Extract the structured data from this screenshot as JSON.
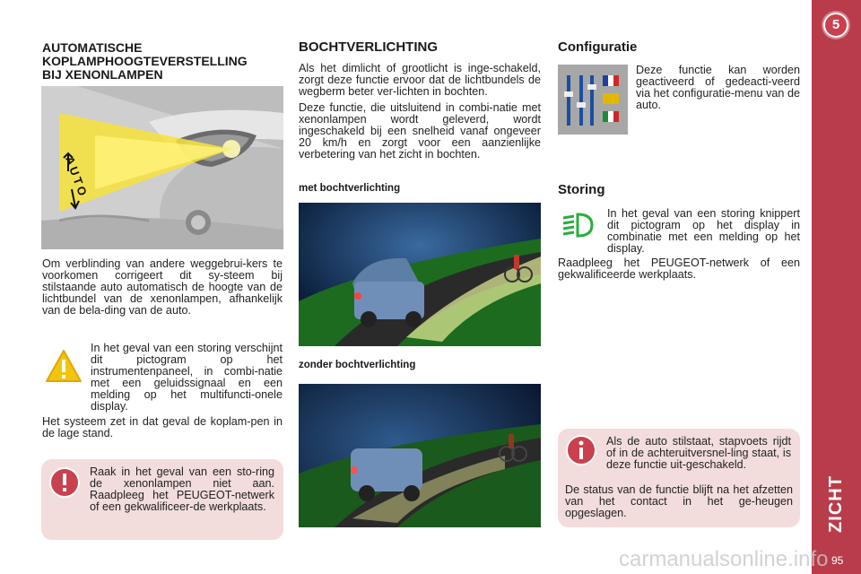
{
  "chapter": {
    "number": "5",
    "title": "ZICHT",
    "page": "95",
    "color": "#b93c4a"
  },
  "col1": {
    "heading": [
      "AUTOMATISCHE",
      "KOPLAMPHOOGTEVERSTELLING",
      "BIJ XENONLAMPEN"
    ],
    "image_label": "AUTO",
    "intro": "Om verblinding van andere weggebrui-kers te voorkomen corrigeert dit sy-steem bij stilstaande auto automatisch de hoogte van de lichtbundel van de xenonlampen, afhankelijk van de bela-ding van de auto.",
    "warning": "In het geval van een storing verschijnt dit pictogram op het instrumentenpaneel, in combi-natie met een geluidssignaal en een melding op het multifuncti-onele display.",
    "warning_after": "Het systeem zet in dat geval de koplam-pen in de lage stand.",
    "alert": "Raak in het geval van een sto-ring de xenonlampen niet aan. Raadpleeg het PEUGEOT-netwerk of een gekwalificeer-de werkplaats."
  },
  "col2": {
    "heading": "BOCHTVERLICHTING",
    "p1": "Als het dimlicht of grootlicht is inge-schakeld, zorgt deze functie ervoor dat de lichtbundels de wegberm beter ver-lichten in bochten.",
    "p2": "Deze functie, die uitsluitend in combi-natie met xenonlampen wordt geleverd, wordt ingeschakeld bij een snelheid vanaf ongeveer 20 km/h en zorgt voor een aanzienlijke verbetering van het zicht in bochten.",
    "label_with": "met bochtverlichting",
    "label_without": "zonder bochtverlichting"
  },
  "col3": {
    "config_heading": "Configuratie",
    "config_text": "Deze functie kan worden geactiveerd of gedeacti-veerd via het configuratie-menu van de auto.",
    "fault_heading": "Storing",
    "fault_text": "In het geval van een storing knippert dit pictogram op het display in combinatie met een melding op het display.",
    "fault_after": "Raadpleeg het PEUGEOT-netwerk of een gekwalificeerde werkplaats.",
    "info": "Als de auto stilstaat, stapvoets rijdt of in de achteruitversnel-ling staat, is deze functie uit-geschakeld.",
    "info_after": "De status van de functie blijft na het afzetten van het contact in het ge-heugen opgeslagen."
  },
  "watermark": "carmanualsonline.info"
}
